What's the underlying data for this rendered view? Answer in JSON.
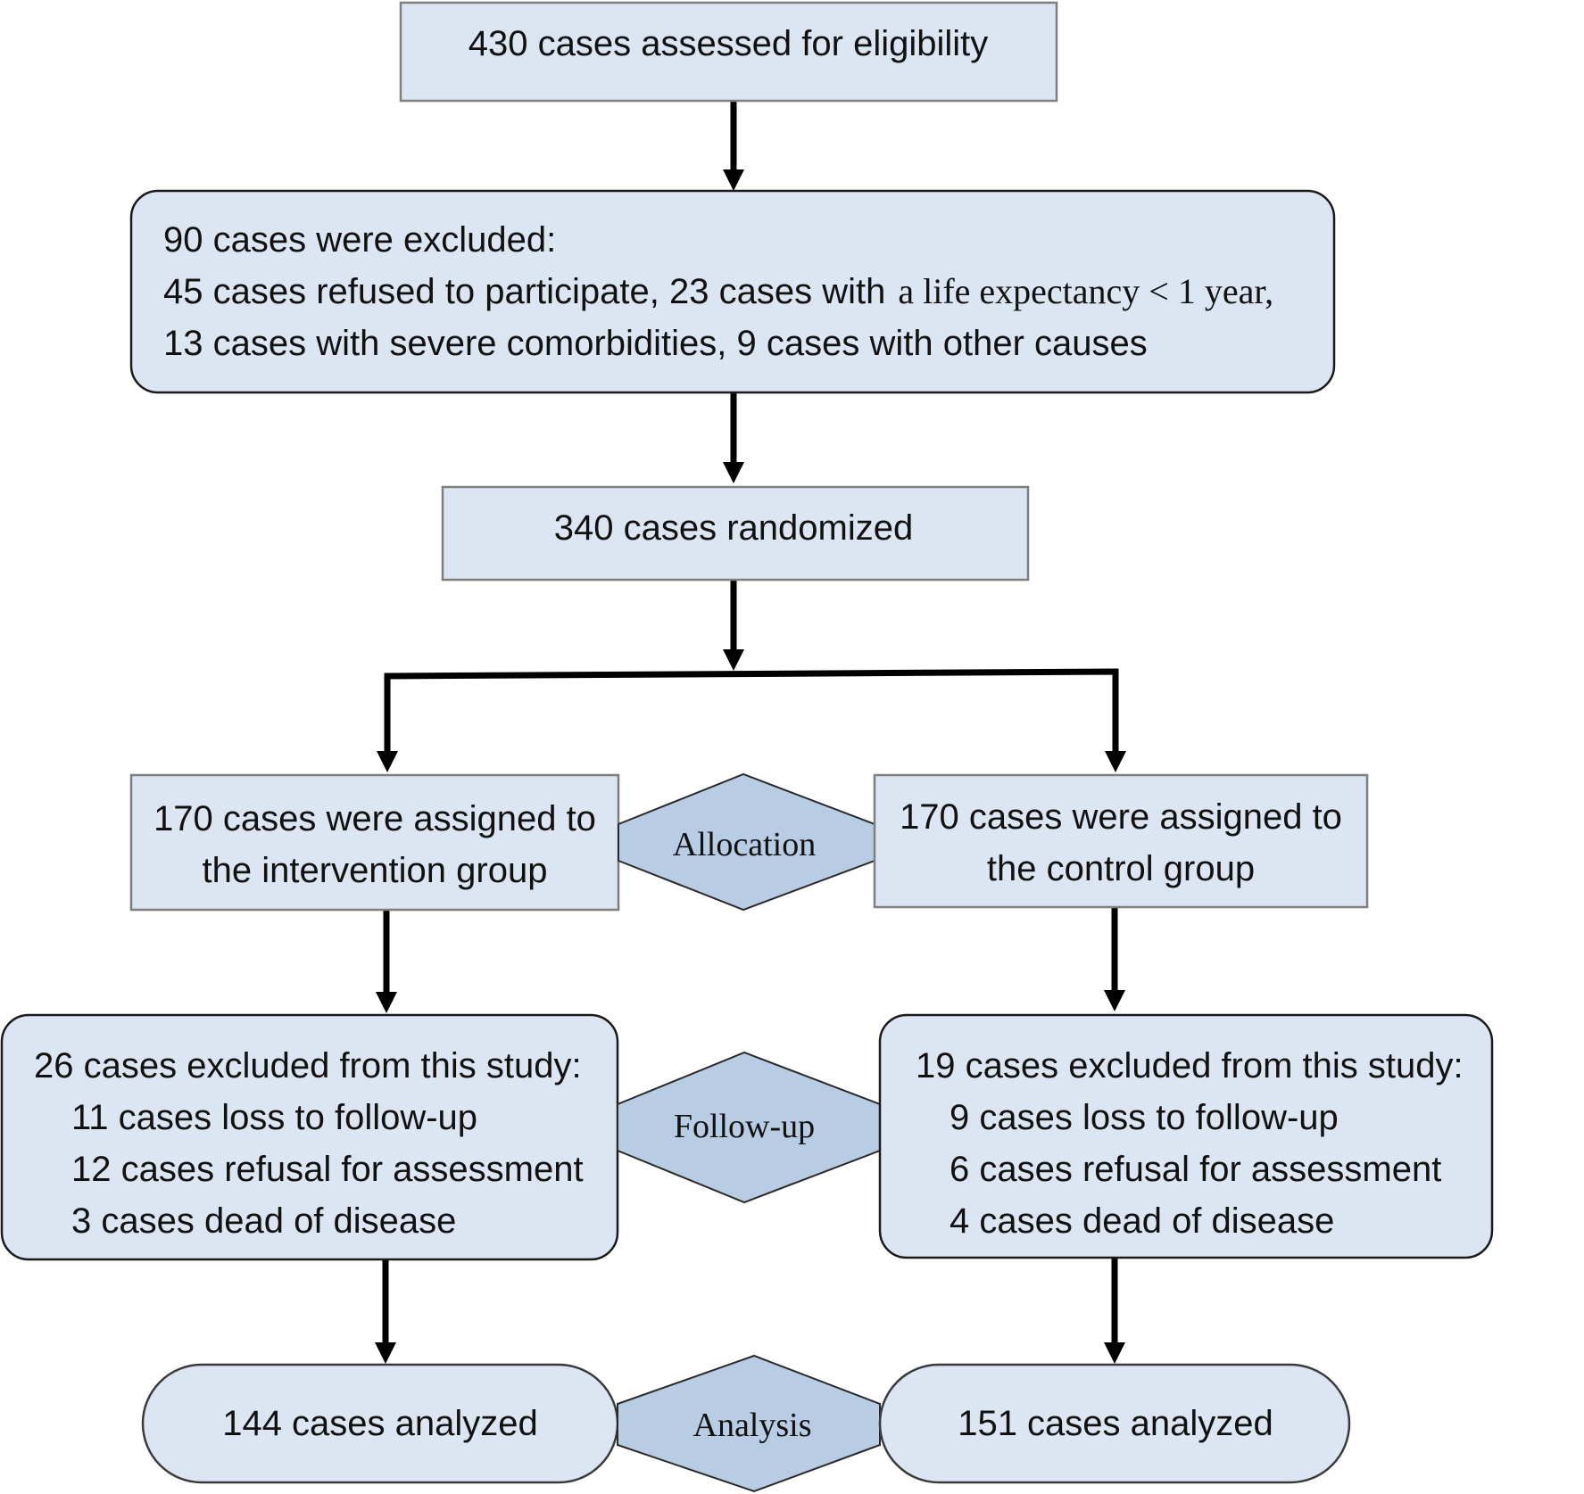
{
  "eligibility": {
    "text": "430 cases assessed for eligibility"
  },
  "excluded": {
    "heading": "90 cases were excluded:",
    "line2_part1": "45 cases refused to participate, 23 cases with",
    "line2_part2": "a life expectancy < 1 year,",
    "line3": "13 cases with severe comorbidities, 9 cases with other causes"
  },
  "randomized": {
    "text": "340 cases randomized"
  },
  "intervention": {
    "line1": "170 cases were assigned to",
    "line2": "the intervention group",
    "followup_heading": "26 cases excluded from this study:",
    "followup_items": [
      "11 cases loss to follow-up",
      "12 cases refusal for assessment",
      "3 cases dead of disease"
    ],
    "analyzed": "144 cases analyzed"
  },
  "control": {
    "line1": "170 cases were assigned to",
    "line2": "the control group",
    "followup_heading": "19 cases excluded from this study:",
    "followup_items": [
      "9 cases loss to follow-up",
      "6 cases refusal for assessment",
      "4 cases dead of disease"
    ],
    "analyzed": "151 cases analyzed"
  },
  "stages": {
    "allocation": "Allocation",
    "followup": "Follow-up",
    "analysis": "Analysis"
  }
}
